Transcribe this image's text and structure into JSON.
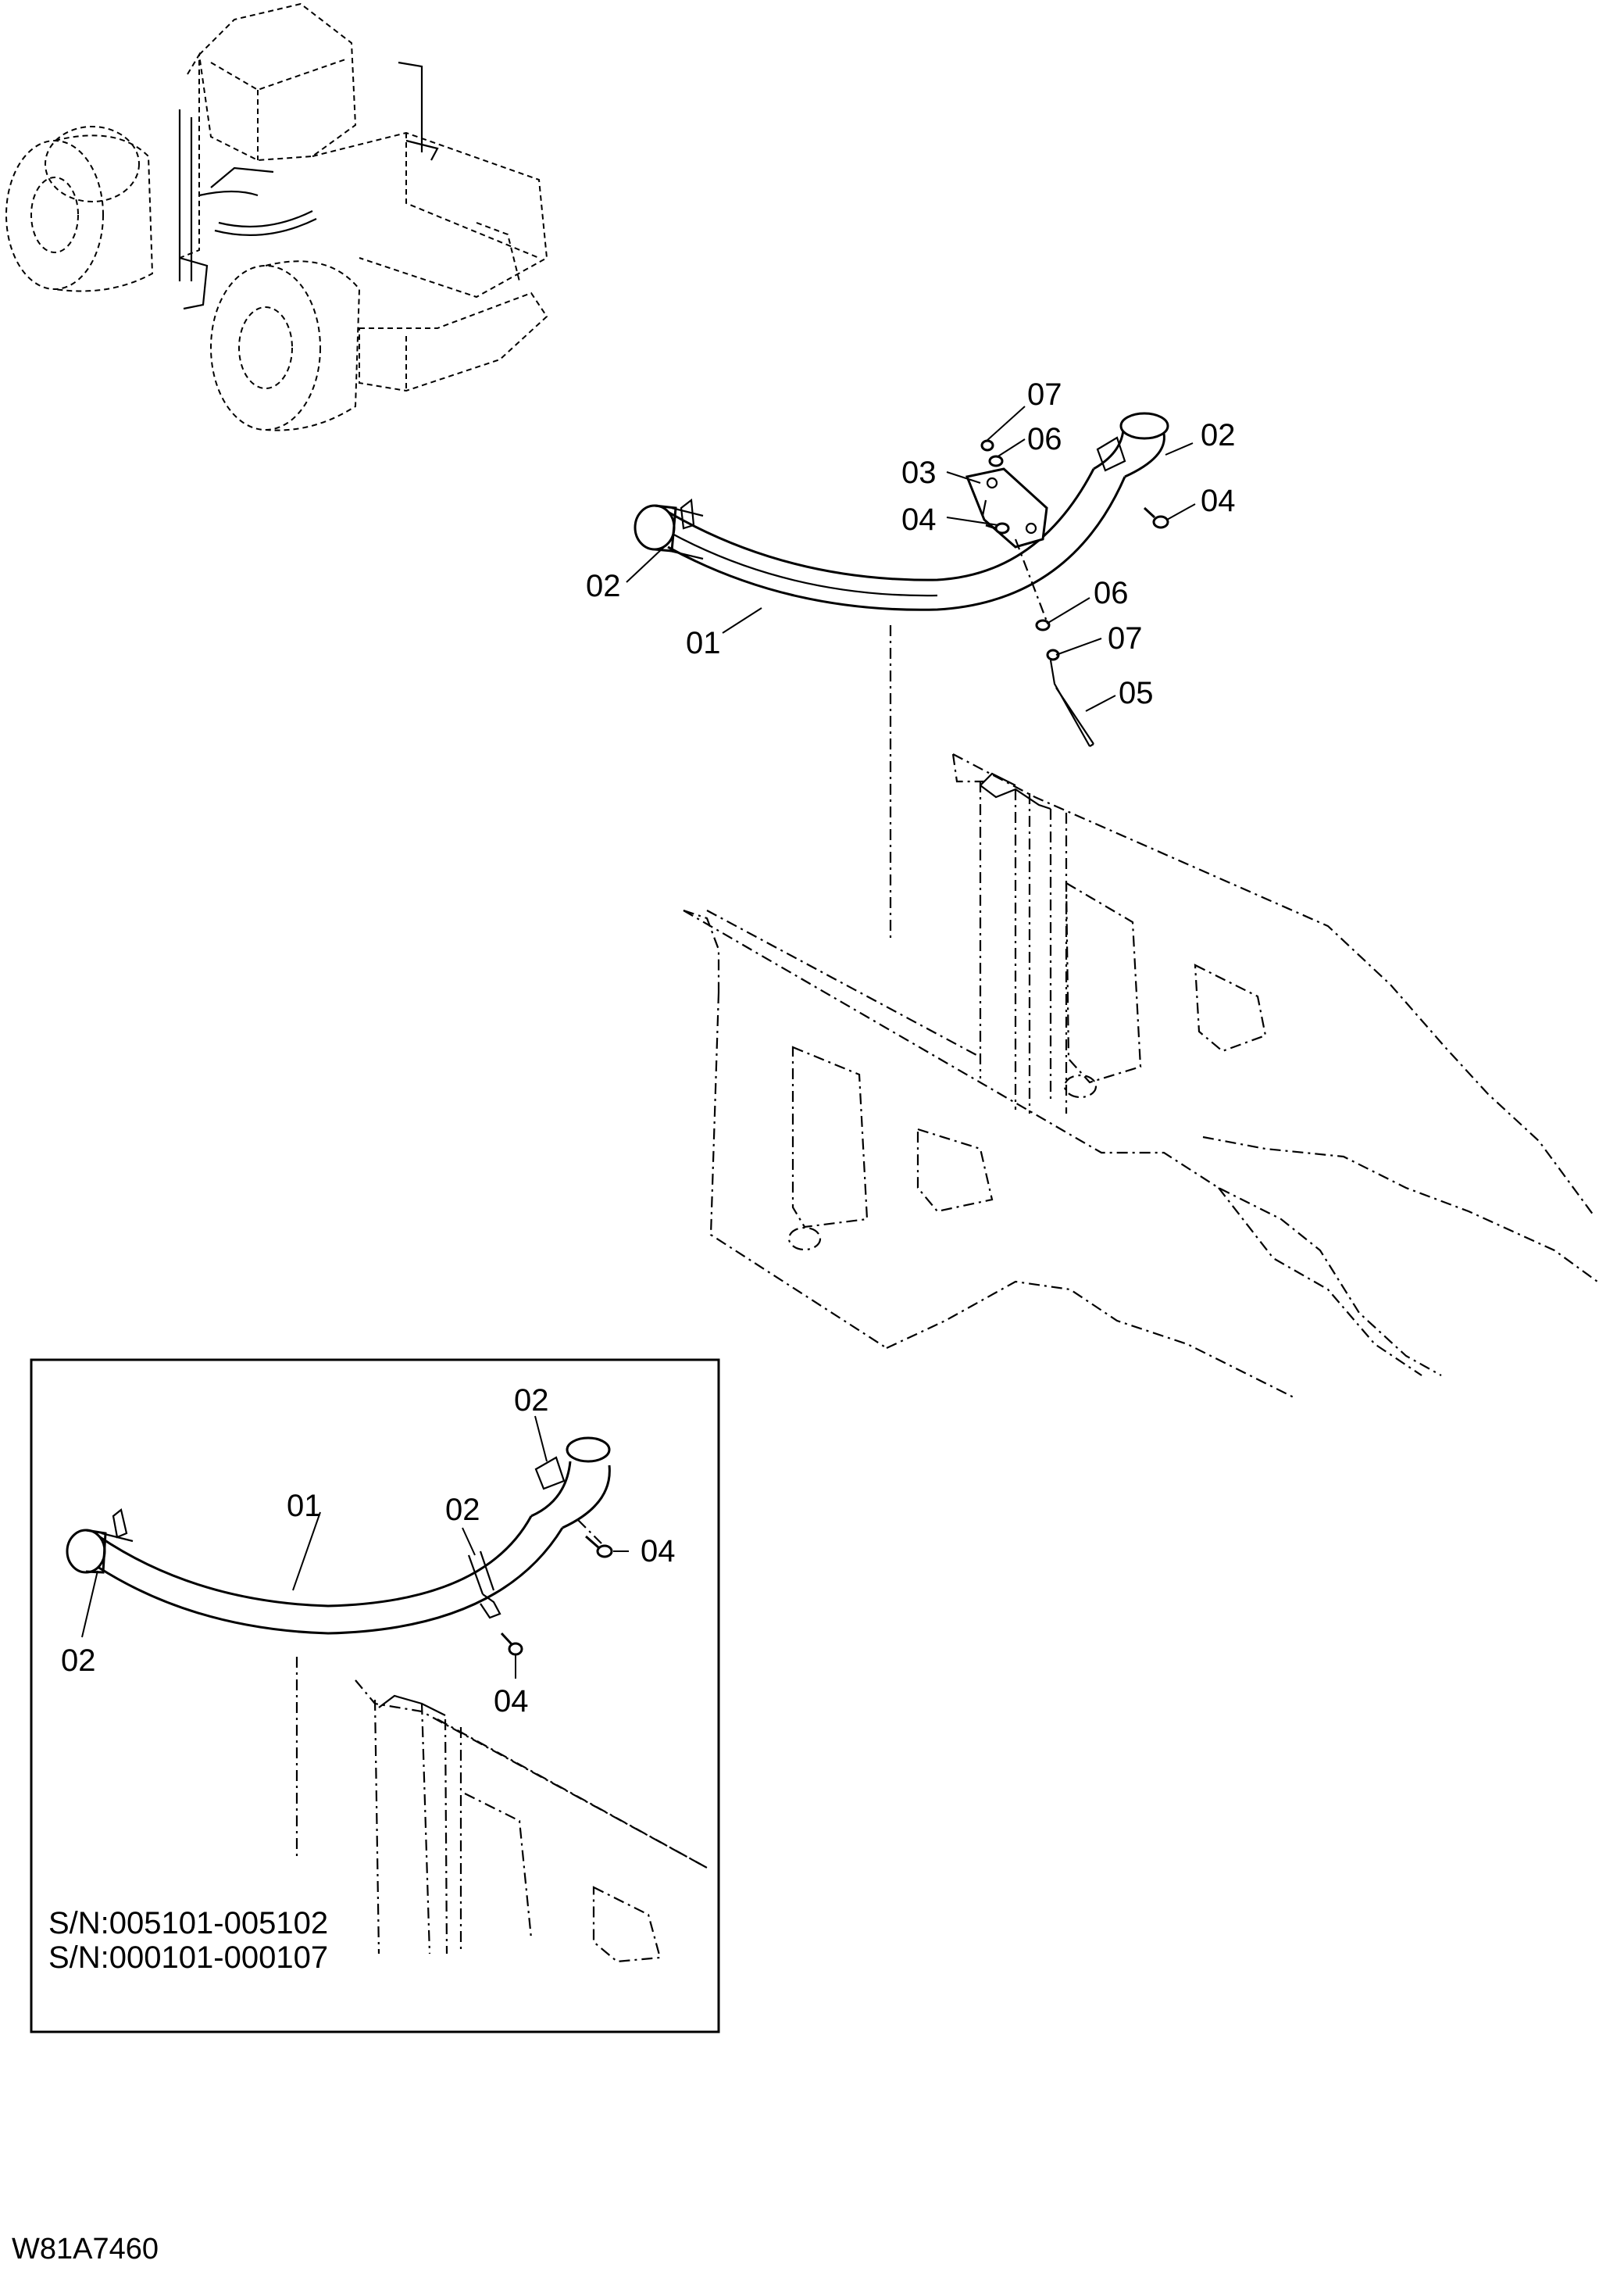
{
  "drawing_code": "W81A7460",
  "main_view": {
    "callouts": {
      "pipe_left_end": "02",
      "pipe_right_end": "02",
      "pipe": "01",
      "bracket": "03",
      "bolt_bracket": "04",
      "bolt_right": "04",
      "top_nut": "07",
      "top_washer": "06",
      "lower_washer": "06",
      "lower_nut": "07",
      "rod": "05"
    }
  },
  "inset_view": {
    "callouts": {
      "pipe_left_end": "02",
      "pipe_right_end": "02",
      "pipe": "01",
      "middle_clamp": "02",
      "bolt_right": "04",
      "bolt_lower": "04"
    },
    "serial_numbers": [
      "S/N:005101-005102",
      "S/N:000101-000107"
    ]
  },
  "overview": {
    "name": "wheel loader overview"
  }
}
